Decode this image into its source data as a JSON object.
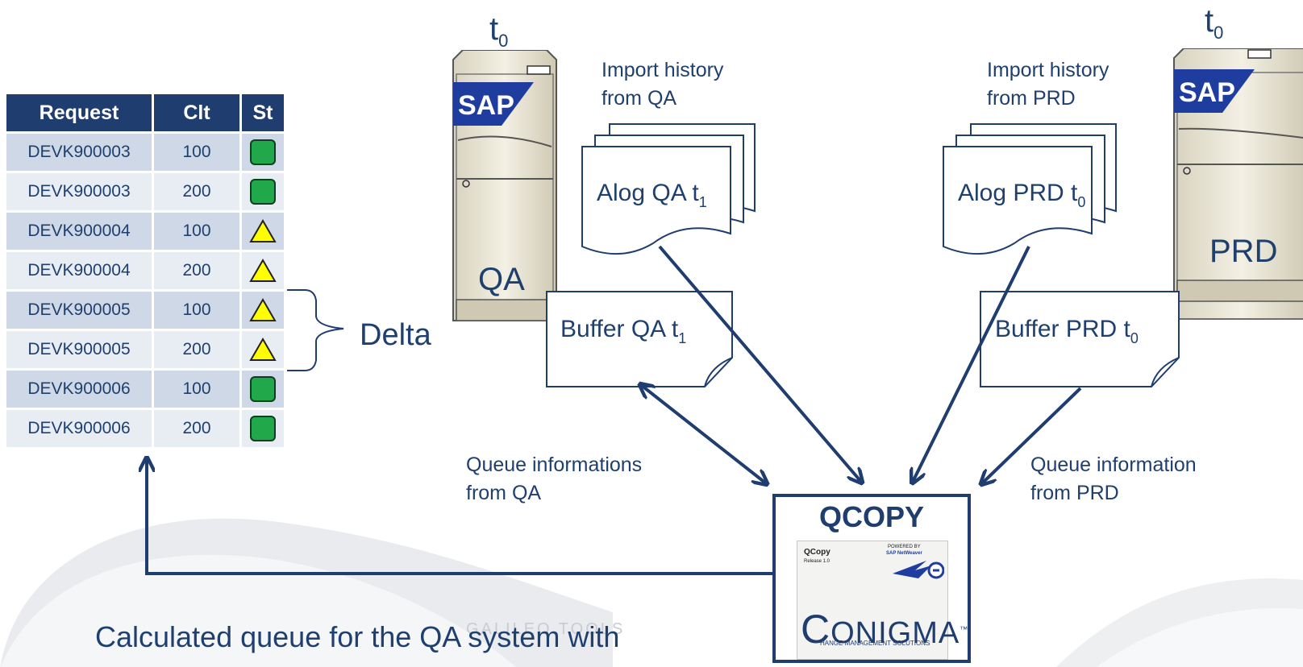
{
  "table": {
    "headers": [
      "Request",
      "Clt",
      "St"
    ],
    "rows": [
      {
        "request": "DEVK900003",
        "clt": "100",
        "status": "green"
      },
      {
        "request": "DEVK900003",
        "clt": "200",
        "status": "green"
      },
      {
        "request": "DEVK900004",
        "clt": "100",
        "status": "yellow"
      },
      {
        "request": "DEVK900004",
        "clt": "200",
        "status": "yellow"
      },
      {
        "request": "DEVK900005",
        "clt": "100",
        "status": "yellow"
      },
      {
        "request": "DEVK900005",
        "clt": "200",
        "status": "yellow"
      },
      {
        "request": "DEVK900006",
        "clt": "100",
        "status": "green"
      },
      {
        "request": "DEVK900006",
        "clt": "200",
        "status": "green"
      }
    ]
  },
  "delta_label": "Delta",
  "qa": {
    "server_label": "QA",
    "time_label": "t",
    "time_sub": "0",
    "logo": "SAP",
    "import_history": [
      "Import history",
      "from QA"
    ],
    "alog": {
      "text": "Alog QA t",
      "sub": "1"
    },
    "buffer": {
      "text": "Buffer QA t",
      "sub": "1"
    },
    "queue_info": [
      "Queue informations",
      "from QA"
    ]
  },
  "prd": {
    "server_label": "PRD",
    "time_label": "t",
    "time_sub": "0",
    "logo": "SAP",
    "import_history": [
      "Import history",
      "from PRD"
    ],
    "alog": {
      "text": "Alog PRD t",
      "sub": "0"
    },
    "buffer": {
      "text": "Buffer PRD t",
      "sub": "0"
    },
    "queue_info": [
      "Queue information",
      "from PRD"
    ]
  },
  "qcopy": {
    "title": "QCOPY",
    "card_title": "QCopy",
    "card_release": "Release 1.0",
    "powered_by": "POWERED BY",
    "netweaver": "SAP NetWeaver",
    "conigma": "ONIGMA",
    "conigma_c": "C",
    "tm": "™",
    "conigma_sub": "HANGE MANAGEMENT SOLUTIONS"
  },
  "watermark": "GALILEO TOOLS",
  "caption": "Calculated queue for the QA system with",
  "colors": {
    "navy": "#1f3d6e",
    "text": "#1f3f6e",
    "green": "#21a84b",
    "yellow": "#ffff00",
    "row_odd": "#cfd8e6",
    "row_even": "#e8edf4"
  }
}
